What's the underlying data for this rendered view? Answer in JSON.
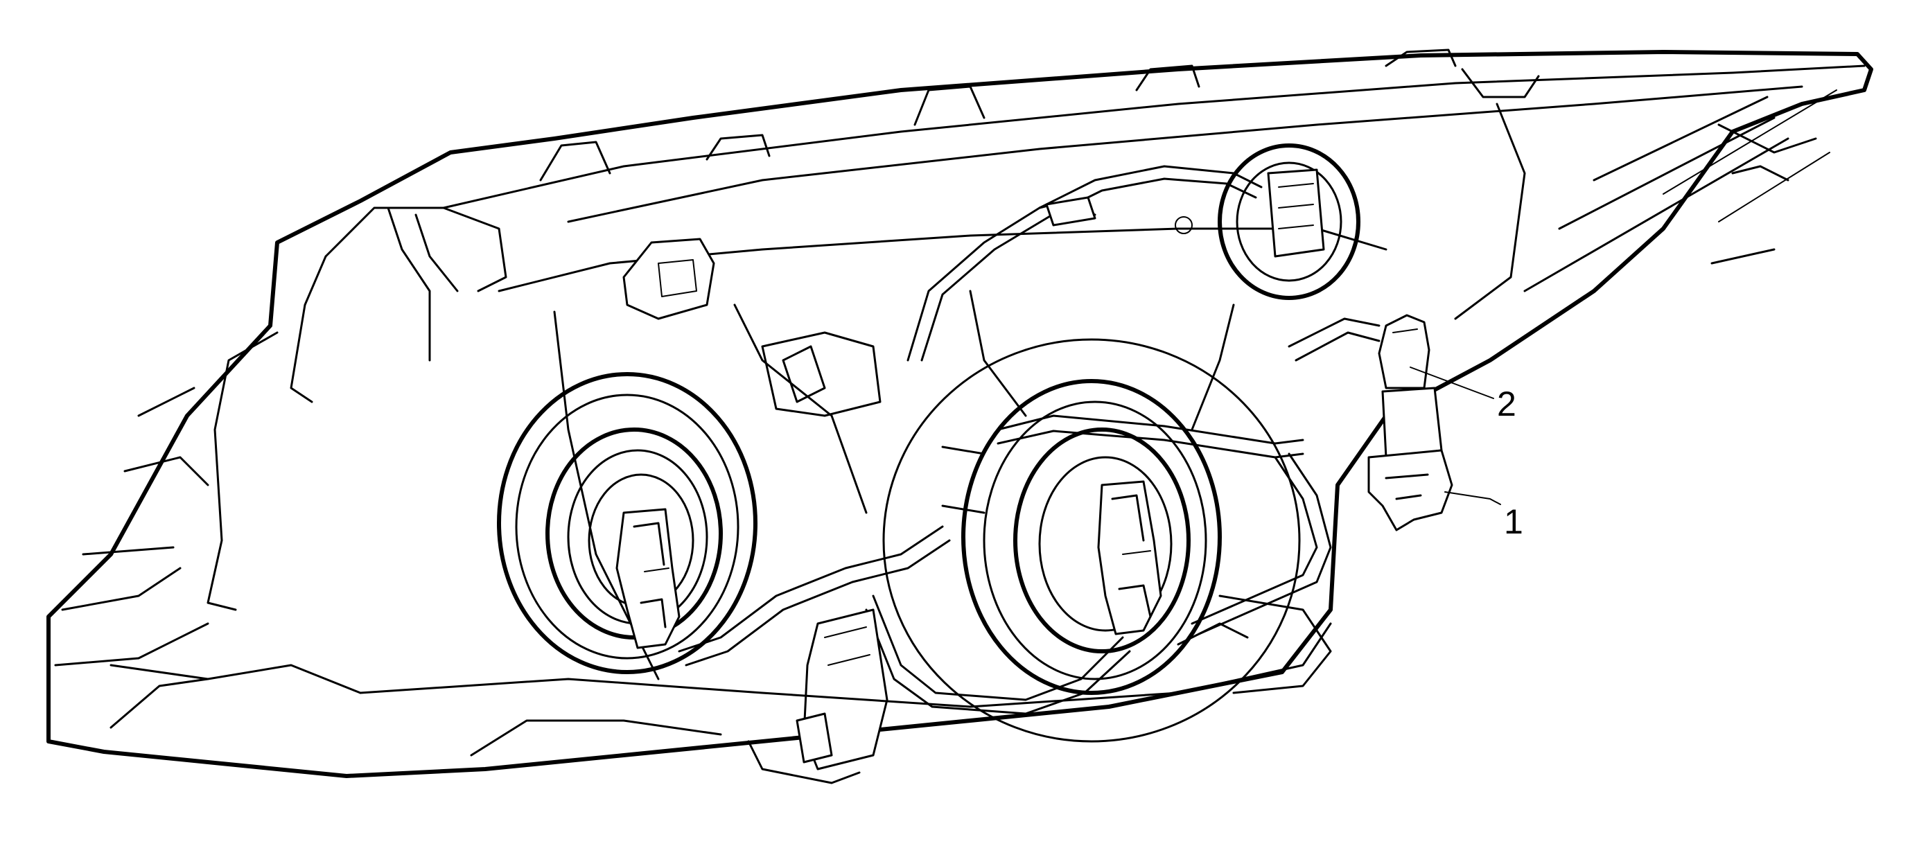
{
  "diagram": {
    "subject": "headlamp-assembly-rear-view",
    "callouts": [
      {
        "id": "1",
        "label": "1"
      },
      {
        "id": "2",
        "label": "2"
      }
    ]
  }
}
